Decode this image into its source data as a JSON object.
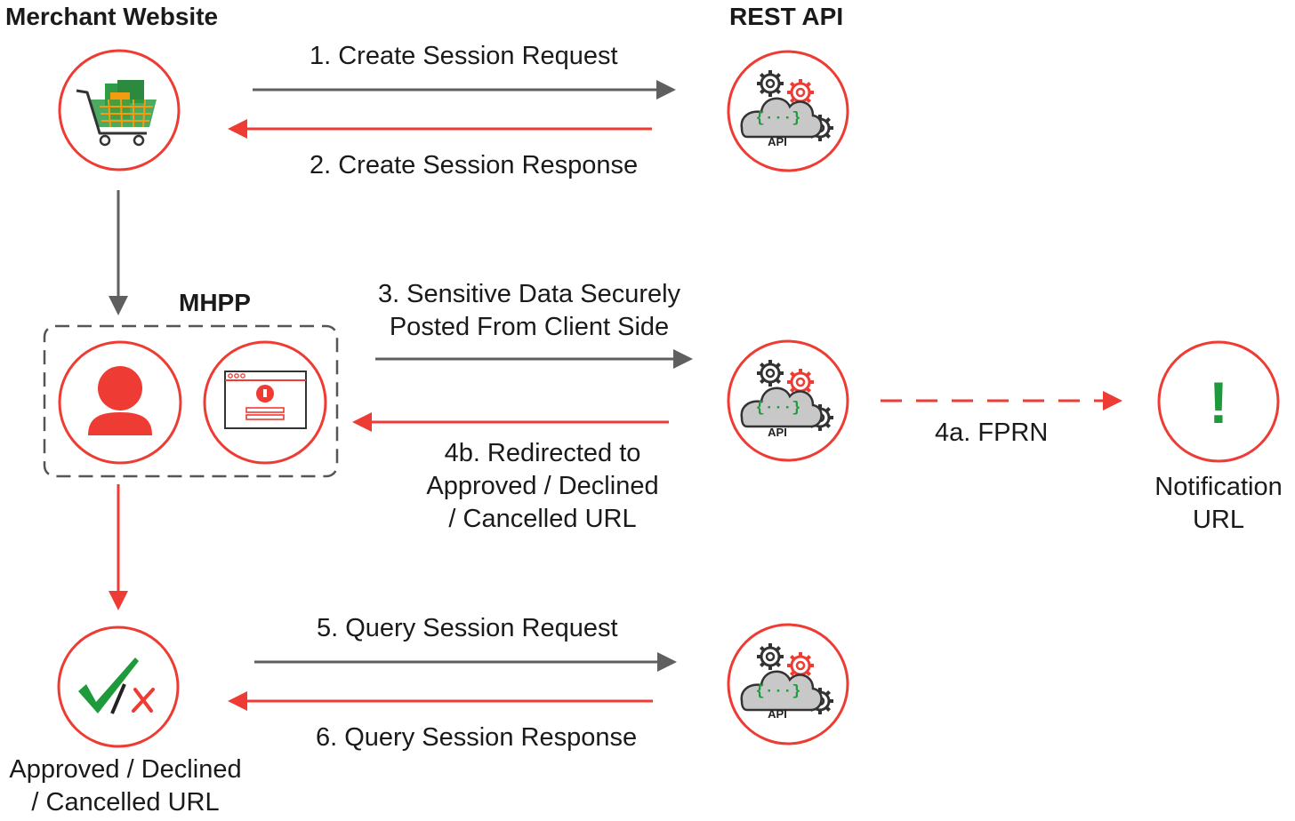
{
  "nodes": {
    "merchant_title": "Merchant Website",
    "rest_api_title": "REST API",
    "mhpp_title": "MHPP",
    "api_badge": "API",
    "api_braces": "{···}",
    "notification_mark": "!",
    "notification_label_line1": "Notification",
    "notification_label_line2": "URL",
    "result_label_line1": "Approved / Declined",
    "result_label_line2": "/ Cancelled URL"
  },
  "steps": {
    "s1": "1. Create Session Request",
    "s2": "2. Create Session Response",
    "s3_line1": "3. Sensitive Data Securely",
    "s3_line2": "Posted From Client Side",
    "s4a": "4a. FPRN",
    "s4b_line1": "4b. Redirected to",
    "s4b_line2": "Approved / Declined",
    "s4b_line3": "/ Cancelled URL",
    "s5": "5. Query Session Request",
    "s6": "6. Query Session Response"
  },
  "colors": {
    "accent_red": "#ee3b33",
    "arrow_gray": "#5f5f5f",
    "success_green": "#1e9a3c",
    "cloud_gray": "#c8c8c8"
  }
}
